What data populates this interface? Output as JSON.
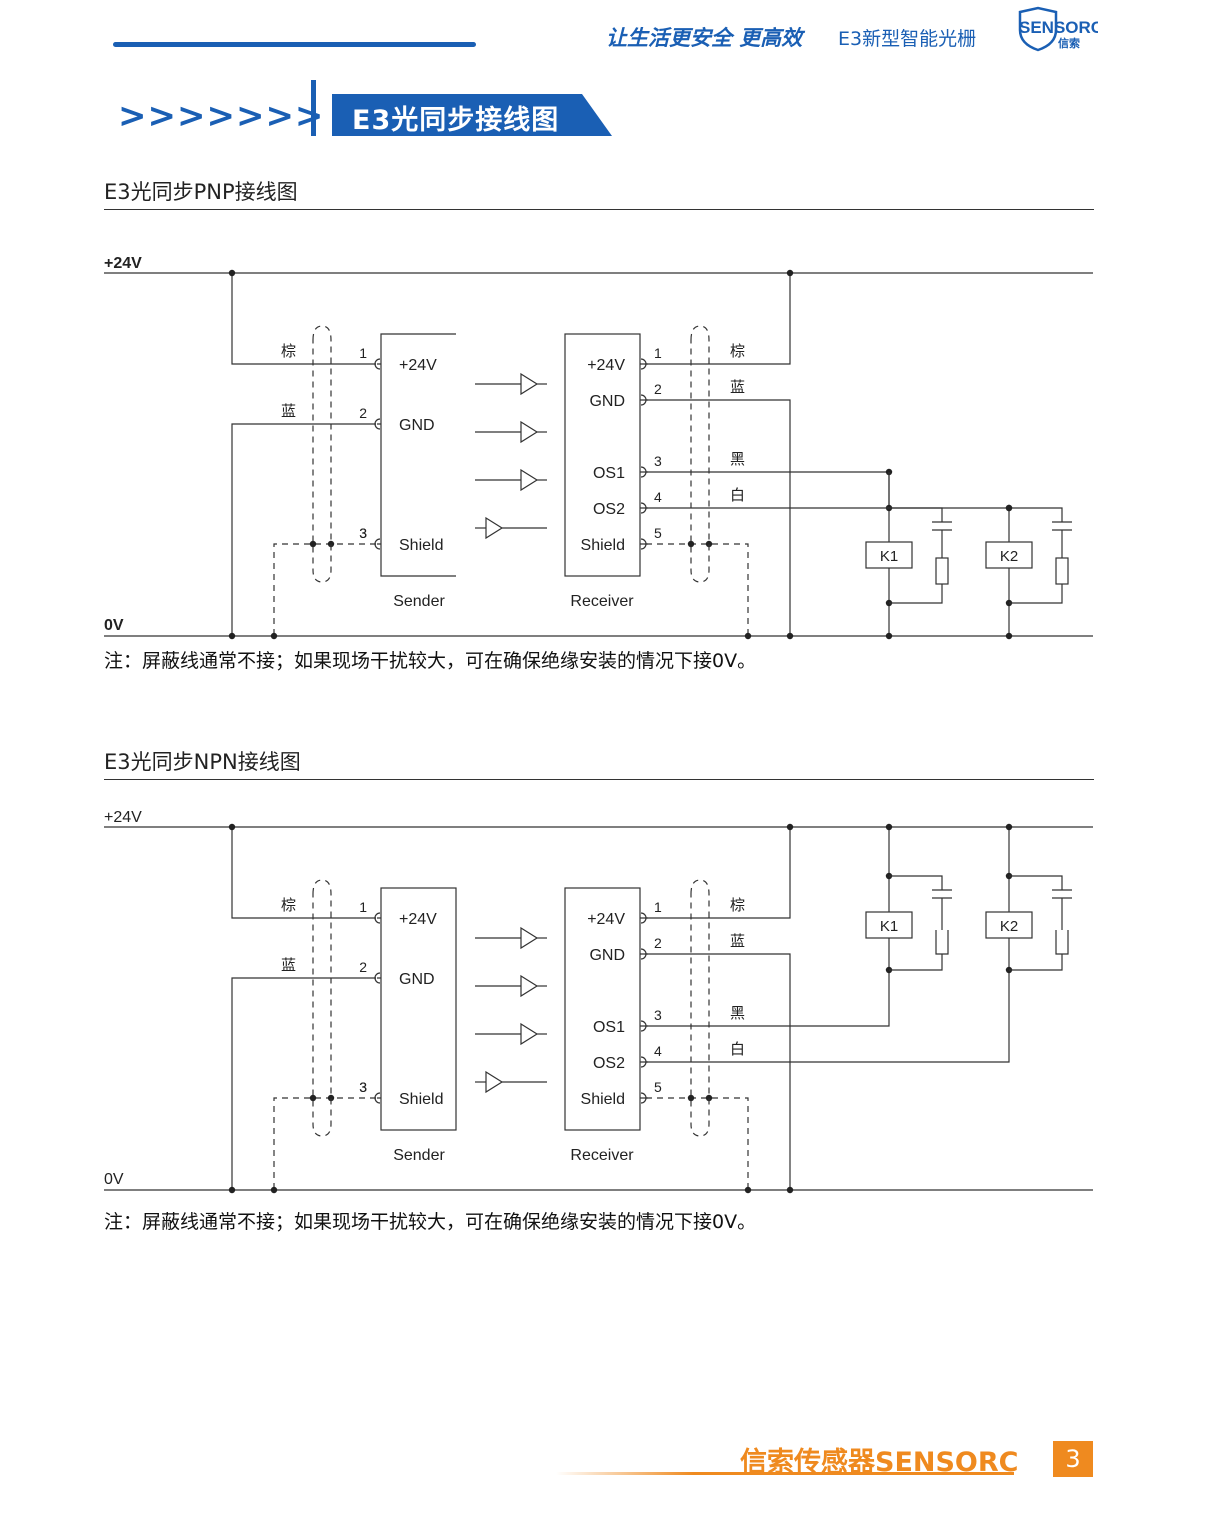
{
  "header": {
    "slogan": "让生活更安全 更高效",
    "product": "E3新型智能光栅",
    "logo_text": "SENSORC",
    "logo_cn": "信索"
  },
  "section": {
    "chevrons": ">>>>>>>",
    "title": "E3光同步接线图"
  },
  "diagrams": [
    {
      "title": "E3光同步PNP接线图",
      "supply_top": "+24V",
      "supply_bottom": "0V",
      "wire_colors_left": [
        "棕",
        "蓝"
      ],
      "wire_colors_right": [
        "棕",
        "蓝",
        "黑",
        "白"
      ],
      "sender_pins": [
        {
          "num": "1",
          "label": "+24V"
        },
        {
          "num": "2",
          "label": "GND"
        },
        {
          "num": "3",
          "label": "Shield"
        }
      ],
      "receiver_pins": [
        {
          "num": "1",
          "label": "+24V"
        },
        {
          "num": "2",
          "label": "GND"
        },
        {
          "num": "3",
          "label": "OS1"
        },
        {
          "num": "4",
          "label": "OS2"
        },
        {
          "num": "5",
          "label": "Shield"
        }
      ],
      "sender_label": "Sender",
      "receiver_label": "Receiver",
      "relays": [
        "K1",
        "K2"
      ],
      "note": "注：屏蔽线通常不接；如果现场干扰较大，可在确保绝缘安装的情况下接0V。"
    },
    {
      "title": "E3光同步NPN接线图",
      "supply_top": "+24V",
      "supply_bottom": "0V",
      "wire_colors_left": [
        "棕",
        "蓝"
      ],
      "wire_colors_right": [
        "棕",
        "蓝",
        "黑",
        "白"
      ],
      "sender_pins": [
        {
          "num": "1",
          "label": "+24V"
        },
        {
          "num": "2",
          "label": "GND"
        },
        {
          "num": "3",
          "label": "Shield"
        }
      ],
      "receiver_pins": [
        {
          "num": "1",
          "label": "+24V"
        },
        {
          "num": "2",
          "label": "GND"
        },
        {
          "num": "3",
          "label": "OS1"
        },
        {
          "num": "4",
          "label": "OS2"
        },
        {
          "num": "5",
          "label": "Shield"
        }
      ],
      "sender_label": "Sender",
      "receiver_label": "Receiver",
      "relays": [
        "K1",
        "K2"
      ],
      "note": "注：屏蔽线通常不接；如果现场干扰较大，可在确保绝缘安装的情况下接0V。"
    }
  ],
  "footer": {
    "brand": "信索传感器SENSORC",
    "page_number": "3"
  },
  "colors": {
    "brand_blue": "#1a5fb4",
    "brand_orange": "#ef8a1f"
  }
}
